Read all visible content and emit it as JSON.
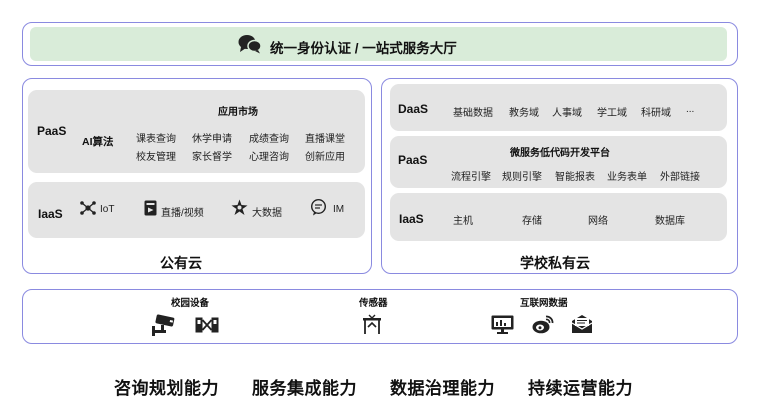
{
  "top": {
    "title": "统一身份认证 / 一站式服务大厅",
    "icon": "chat-bubbles-icon"
  },
  "public_cloud": {
    "caption": "公有云",
    "paas": {
      "label": "PaaS",
      "market_title": "应用市场",
      "ai_label": "AI算法",
      "apps": [
        "课表查询",
        "休学申请",
        "成绩查询",
        "直播课堂",
        "校友管理",
        "家长督学",
        "心理咨询",
        "创新应用"
      ]
    },
    "iaas": {
      "label": "IaaS",
      "items": [
        {
          "label": "IoT",
          "icon": "iot-network-icon"
        },
        {
          "label": "直播/视频",
          "icon": "video-live-icon"
        },
        {
          "label": "大数据",
          "icon": "big-data-icon"
        },
        {
          "label": "IM",
          "icon": "chat-im-icon"
        }
      ]
    }
  },
  "private_cloud": {
    "caption": "学校私有云",
    "daas": {
      "label": "DaaS",
      "items": [
        "基础数据",
        "教务域",
        "人事域",
        "学工域",
        "科研域",
        "..."
      ]
    },
    "paas": {
      "label": "PaaS",
      "title": "微服务低代码开发平台",
      "items": [
        "流程引擎",
        "规则引擎",
        "智能报表",
        "业务表单",
        "外部链接"
      ]
    },
    "iaas": {
      "label": "IaaS",
      "items": [
        "主机",
        "存储",
        "网络",
        "数据库"
      ]
    }
  },
  "devices": {
    "groups": [
      {
        "title": "校园设备",
        "icons": [
          "surveillance-camera-icon",
          "gate-turnstile-icon"
        ]
      },
      {
        "title": "传感器",
        "icons": [
          "sensor-icon"
        ]
      },
      {
        "title": "互联网数据",
        "icons": [
          "monitor-chart-icon",
          "weibo-icon",
          "email-icon"
        ]
      }
    ]
  },
  "capabilities": [
    "咨询规划能力",
    "服务集成能力",
    "数据治理能力",
    "持续运营能力"
  ],
  "colors": {
    "frame_border": "#8a8ae0",
    "panel_grey": "#e4e4e4",
    "band_green": "#d9ecd9"
  }
}
